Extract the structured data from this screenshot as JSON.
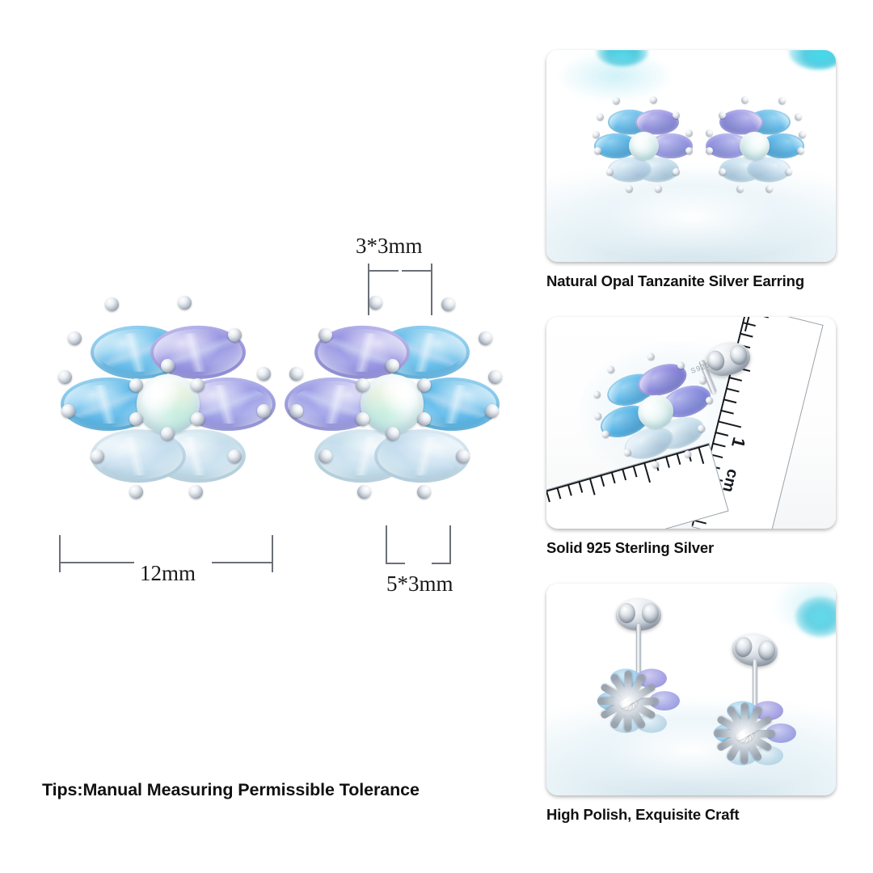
{
  "document": {
    "type": "product-detail-infographic",
    "background": "#ffffff"
  },
  "left": {
    "diagram": {
      "name": "flower-stud-earring-dimension-diagram",
      "stones": {
        "center_stone": "opal",
        "center_color": "#dff2ef",
        "petal_count": 6,
        "petals": [
          {
            "position": "upper-left",
            "stone": "sky-blue-topaz",
            "color": "#5fb9e8"
          },
          {
            "position": "upper-right",
            "stone": "tanzanite",
            "color": "#8e8ade"
          },
          {
            "position": "right",
            "stone": "tanzanite",
            "color": "#8f92e0"
          },
          {
            "position": "lower-right",
            "stone": "blue-topaz-pale",
            "color": "#bcd9e6"
          },
          {
            "position": "lower-left",
            "stone": "blue-topaz-pale",
            "color": "#b7d9e8"
          },
          {
            "position": "left",
            "stone": "sky-blue-topaz",
            "color": "#56b4e6"
          }
        ]
      },
      "measurements": [
        {
          "id": "petal-small",
          "label": "3*3mm",
          "orientation": "horizontal",
          "placement": "top"
        },
        {
          "id": "overall-size",
          "label": "12mm",
          "orientation": "horizontal",
          "placement": "bottom-left"
        },
        {
          "id": "petal-oval",
          "label": "5*3mm",
          "orientation": "horizontal",
          "placement": "bottom-right"
        }
      ]
    },
    "tips": "Tips:Manual Measuring Permissible Tolerance"
  },
  "right": {
    "photos": [
      {
        "id": "photo-pair-front",
        "caption": "Natural Opal Tanzanite Silver Earring",
        "scene": "pair of flower stud earrings on white surface with teal blossom bokeh"
      },
      {
        "id": "photo-ruler-scale",
        "caption": "Solid 925 Sterling Silver",
        "scene": "single earring beside centimetre ruler",
        "ruler_label": "cm",
        "ruler_number": "1",
        "hallmark": "S925"
      },
      {
        "id": "photo-backs",
        "caption": "High Polish, Exquisite Craft",
        "scene": "rear view of pair showing posts and butterfly backs"
      }
    ]
  },
  "colors": {
    "sky_blue_topaz": "#5fb9e8",
    "deep_sky_topaz": "#49abe0",
    "tanzanite": "#8e8ade",
    "tanzanite_light": "#9c9ce6",
    "pale_topaz": "#bcd9e6",
    "opal": "#dff2ef",
    "silver": "#c6ced7",
    "dimension_line": "#6b6f78",
    "text": "#111111",
    "teal_accent": "#2ec7dd"
  }
}
